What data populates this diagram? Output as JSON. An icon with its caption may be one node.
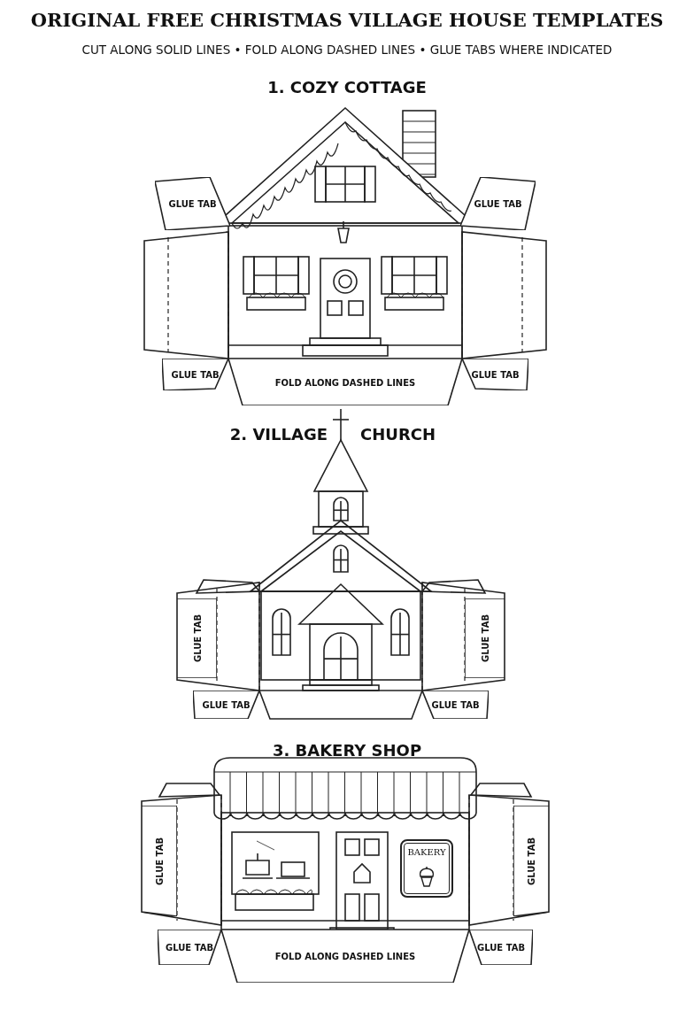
{
  "diagram": {
    "title": "ORIGINAL FREE CHRISTMAS VILLAGE HOUSE TEMPLATES",
    "nodes": [
      {
        "text": [
          "GLUE TAB"
        ]
      },
      {
        "text": [
          "GLUE TAB"
        ]
      },
      {
        "text": [
          "GLUE TAB"
        ]
      },
      {
        "text": [
          "FOLD ALONG DASHED LINES"
        ]
      },
      {
        "text": [
          "GLUE TAB"
        ]
      },
      {
        "text": [
          "GLUE TAB"
        ]
      },
      {
        "text": [
          "GLUE TAB"
        ]
      },
      {
        "text": [
          "GLUE TAB"
        ]
      },
      {
        "text": [
          "GLUE TAB"
        ]
      },
      {
        "text": [
          "GLUE TAB"
        ]
      },
      {
        "text": [
          "BAKERY"
        ]
      },
      {
        "text": [
          "GLUE TAB"
        ]
      },
      {
        "text": [
          "GLUE TAB"
        ]
      },
      {
        "text": [
          "FOLD ALONG DASHED LINES"
        ]
      },
      {
        "text": [
          "GLUE TAB"
        ]
      }
    ],
    "labels": [
      "CUT ALONG SOLID LINES • FOLD ALONG DASHED LINES • GLUE TABS WHERE INDICATED",
      "1. COZY COTTAGE",
      "2. VILLAGE",
      "CHURCH",
      "3. BAKERY SHOP"
    ]
  }
}
